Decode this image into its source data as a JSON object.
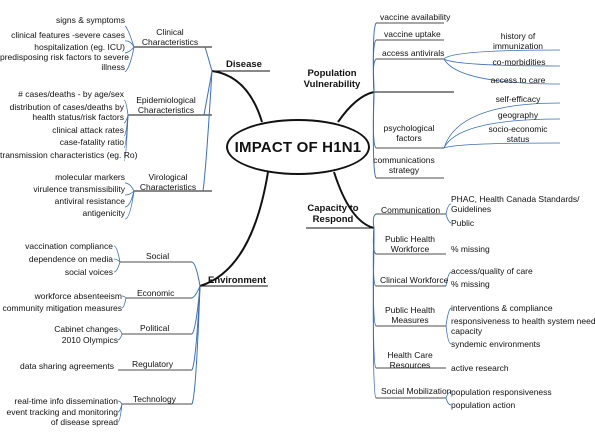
{
  "center": "IMPACT OF H1N1",
  "branches": {
    "disease": {
      "label": "Disease",
      "clinical": {
        "label": [
          "Clinical",
          "Characteristics"
        ],
        "items": [
          "signs & symptoms",
          "clinical features -severe cases",
          "hospitalization (eg. ICU)",
          "predisposing risk factors to severe",
          "illness"
        ]
      },
      "epidemiological": {
        "label": [
          "Epidemiological",
          "Characteristics"
        ],
        "items": [
          "# cases/deaths - by age/sex",
          "distribution of cases/deaths by",
          "health status/risk factors",
          "clinical attack rates",
          "case-fatality ratio",
          "transmission characteristics (eg. Ro)"
        ]
      },
      "virological": {
        "label": [
          "Virological",
          "Characteristics"
        ],
        "items": [
          "molecular markers",
          "virulence transmissibility",
          "antiviral resistance",
          "antigenicity"
        ]
      }
    },
    "population_vulnerability": {
      "label": [
        "Population",
        "Vulnerability"
      ],
      "items": [
        "vaccine availability",
        "vaccine uptake",
        "access antivirals"
      ],
      "psychological": [
        "psychological",
        "factors"
      ],
      "communications": [
        "communications",
        "strategy"
      ],
      "factors": [
        "history of",
        "immunization",
        "co-morbidities",
        "access to care",
        "self-efficacy",
        "geography",
        "socio-economic",
        "status"
      ]
    },
    "environment": {
      "label": "Environment",
      "social": {
        "label": "Social",
        "items": [
          "vaccination compliance",
          "dependence on media",
          "social voices"
        ]
      },
      "economic": {
        "label": "Economic",
        "items": [
          "workforce absenteeism",
          "community mitigation measures"
        ]
      },
      "political": {
        "label": "Political",
        "items": [
          "Cabinet changes",
          "2010 Olympics"
        ]
      },
      "regulatory": {
        "label": "Regulatory",
        "items": [
          "data sharing agreements"
        ]
      },
      "technology": {
        "label": "Technology",
        "items": [
          "real-time info dissemination",
          "event tracking and monitoring",
          "of disease spread"
        ]
      }
    },
    "capacity": {
      "label": [
        "Capacity to",
        "Respond"
      ],
      "communication": {
        "label": "Communication",
        "items": [
          "PHAC, Health Canada Standards/",
          "Guidelines",
          "Public"
        ]
      },
      "ph_workforce": {
        "label": [
          "Public Health",
          "Workforce"
        ],
        "items": [
          "% missing"
        ]
      },
      "clinical_workforce": {
        "label": "Clinical Workforce",
        "items": [
          "access/quality of care",
          "% missing"
        ]
      },
      "ph_measures": {
        "label": [
          "Public Health",
          "Measures"
        ],
        "items": [
          "interventions & compliance",
          "responsiveness to health system needs,",
          "capacity",
          "syndemic environments"
        ]
      },
      "hc_resources": {
        "label": [
          "Health Care",
          "Resources"
        ],
        "items": [
          "active research"
        ]
      },
      "social_mobilization": {
        "label": "Social Mobilization",
        "items": [
          "population responsiveness",
          "population action"
        ]
      }
    }
  },
  "colors": {
    "line": "#111111",
    "accent": "#3b6fb6",
    "text": "#111111"
  }
}
